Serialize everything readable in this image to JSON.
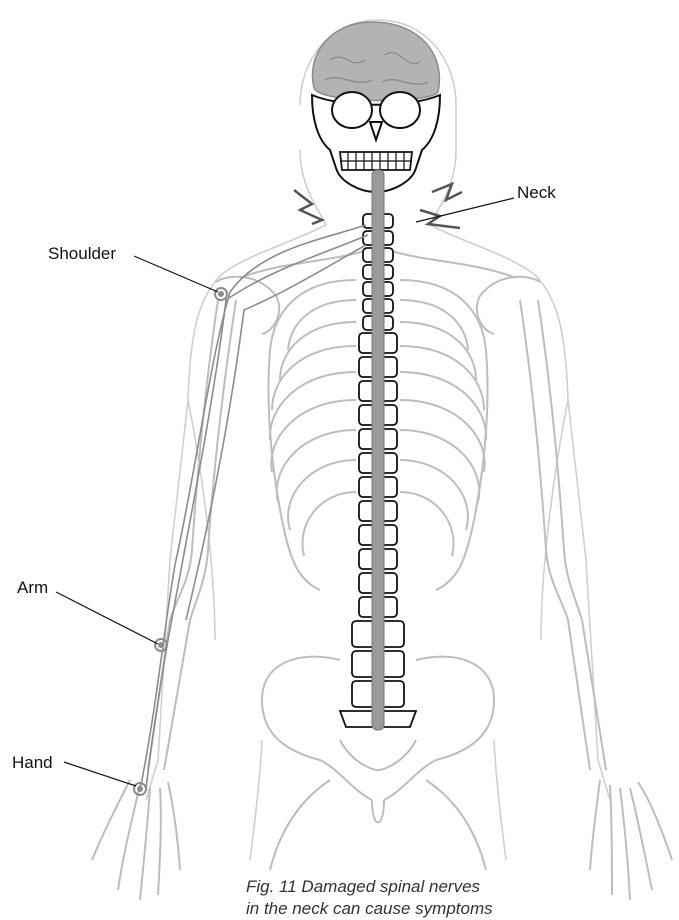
{
  "labels": {
    "neck": "Neck",
    "shoulder": "Shoulder",
    "arm": "Arm",
    "hand": "Hand"
  },
  "caption": {
    "line1": "Fig. 11 Damaged spinal nerves",
    "line2": "in the neck can cause symptoms"
  },
  "colors": {
    "bone_outline": "#bdbdbd",
    "spine_outline": "#111111",
    "brain": "#b3b3b3",
    "nerve": "#8c8c8c",
    "spinal_cord": "#9a9a9a"
  },
  "icons": [
    "brain-icon",
    "skull-icon",
    "spine-icon",
    "ribcage-icon",
    "pelvis-icon",
    "pain-zigzag-icon",
    "nerve-marker-icon"
  ]
}
